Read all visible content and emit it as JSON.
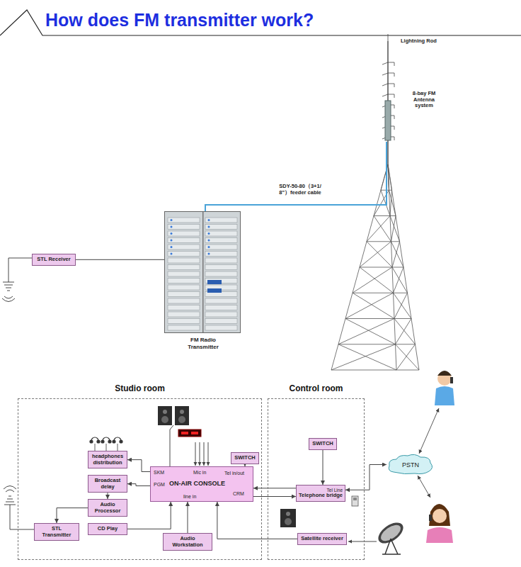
{
  "diagram": {
    "title": "How does FM transmitter work?",
    "nodes": [
      {
        "text": [
          "STL Receiver"
        ]
      },
      {
        "text": [
          "FM Radio Transmitter"
        ]
      },
      {
        "text": [
          "Studio room"
        ]
      },
      {
        "text": [
          "Control room"
        ]
      },
      {
        "text": [
          "PSTN"
        ]
      },
      {
        "text": [
          "headphones distribution"
        ],
        "in": 2
      },
      {
        "text": [
          "ON-AIR CONSOLE",
          "SKM",
          "Mic in",
          "Tel in/out",
          "PGM",
          "CRM",
          "line in"
        ],
        "in": 2
      },
      {
        "text": [
          "SWITCH"
        ],
        "in": 2
      },
      {
        "text": [
          "SWITCH"
        ],
        "in": 3
      },
      {
        "text": [
          "Broadcast delay"
        ],
        "in": 2
      },
      {
        "text": [
          "Telephone bridge",
          "Tel Line"
        ],
        "in": 3
      },
      {
        "text": [
          "Audio Processor"
        ],
        "in": 2
      },
      {
        "text": [
          "STL Transmitter"
        ],
        "in": 2
      },
      {
        "text": [
          "CD Play"
        ],
        "in": 2
      },
      {
        "text": [
          "Audio Workstation"
        ],
        "in": 2
      },
      {
        "text": [
          "Satellite receiver"
        ],
        "in": 3
      }
    ],
    "edges": [
      {
        "from": 0,
        "to": 1,
        "arrow": "none"
      },
      {
        "from": 6,
        "to": 5,
        "arrow": "to"
      },
      {
        "from": 6,
        "to": 9,
        "arrow": "to"
      },
      {
        "from": 9,
        "to": 11,
        "arrow": "to"
      },
      {
        "from": 11,
        "to": 12,
        "arrow": "to"
      },
      {
        "from": 13,
        "to": 6,
        "arrow": "to"
      },
      {
        "from": 14,
        "to": 6,
        "arrow": "to"
      },
      {
        "from": 15,
        "to": 6,
        "arrow": "to"
      },
      {
        "from": 7,
        "to": 6,
        "arrow": "to"
      },
      {
        "from": 10,
        "to": 6,
        "arrow": "to"
      },
      {
        "from": 6,
        "to": 10,
        "arrow": "to"
      },
      {
        "from": 8,
        "to": 10,
        "arrow": "to"
      },
      {
        "from": 10,
        "to": 4,
        "arrow": "both"
      }
    ],
    "labels": [
      "Lightning Rod",
      "8-bay FM Antenna system",
      "SDY-50-80（3+1/ 8\"）feeder cable"
    ]
  }
}
